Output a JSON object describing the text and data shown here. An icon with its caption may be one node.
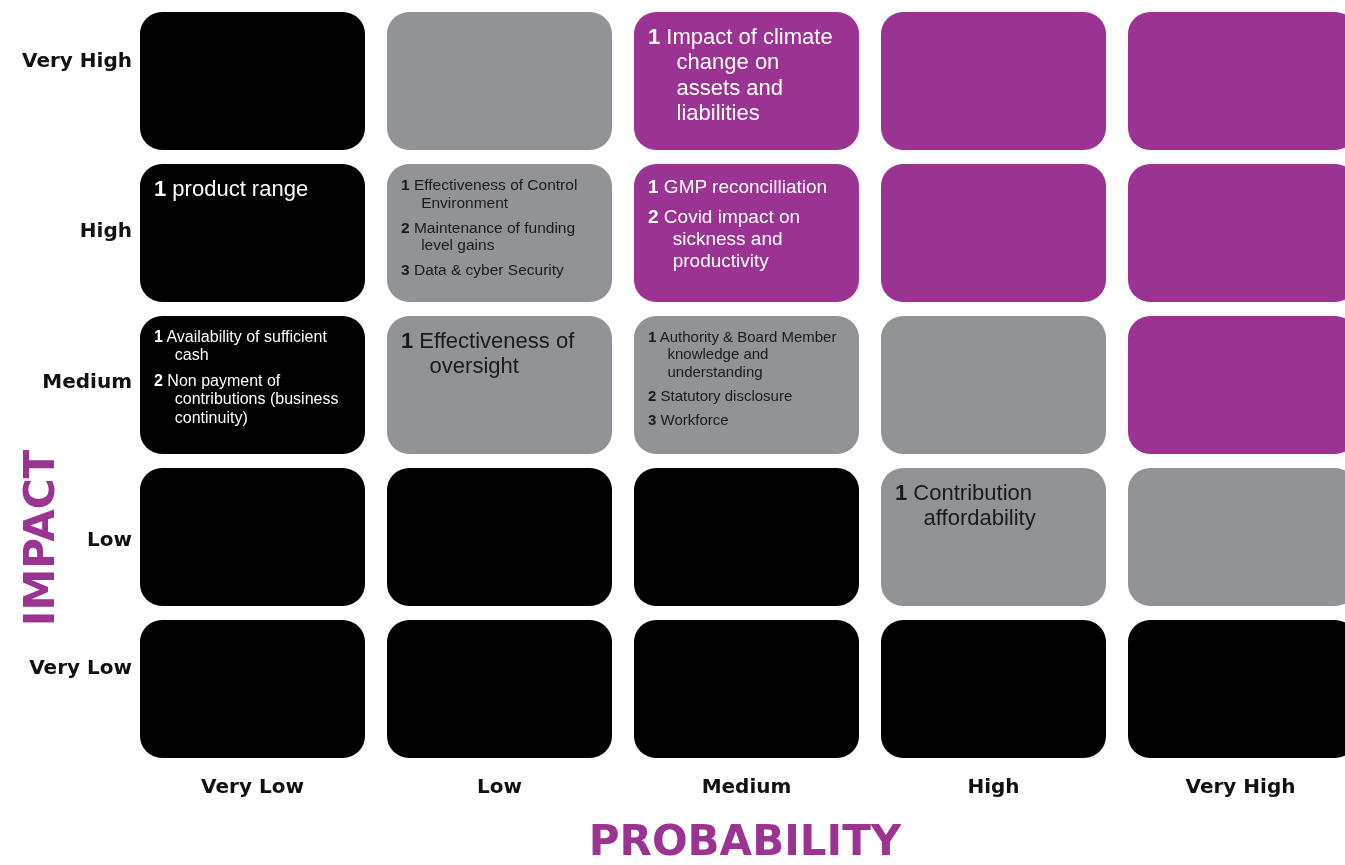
{
  "diagram": {
    "nodes": [
      {
        "text": [],
        "shape": "box"
      },
      {
        "text": [],
        "shape": "box"
      },
      {
        "text": [
          "**1** Impact of climate change on assets and liabilities"
        ]
      },
      {
        "text": [],
        "shape": "box"
      },
      {
        "text": [],
        "shape": "box"
      },
      {
        "text": [
          "**1** product range"
        ]
      },
      {
        "text": [
          "**1** Effectiveness of Control Environment",
          "**2** Maintenance of funding level gains",
          "**3** Data & cyber Security"
        ]
      },
      {
        "text": [
          "**1** GMP reconcilliation",
          "**2** Covid impact on sickness and productivity"
        ]
      },
      {
        "text": [],
        "shape": "box"
      },
      {
        "text": [],
        "shape": "box"
      },
      {
        "text": [
          "**1** Availability of sufficient cash",
          "**2** Non payment of contributions (business continuity)"
        ]
      },
      {
        "text": [
          "**1** Effectiveness of oversight"
        ]
      },
      {
        "text": [
          "**1** Authority & Board Member knowledge and understanding",
          "**2** Statutory disclosure",
          "**3** Workforce"
        ]
      },
      {
        "text": [],
        "shape": "box"
      },
      {
        "text": [],
        "shape": "box"
      },
      {
        "text": [],
        "shape": "box"
      },
      {
        "text": [],
        "shape": "box"
      },
      {
        "text": [],
        "shape": "box"
      },
      {
        "text": [
          "**1** Contribution affordability"
        ]
      },
      {
        "text": [],
        "shape": "box"
      },
      {
        "text": [],
        "shape": "box"
      },
      {
        "text": [],
        "shape": "box"
      },
      {
        "text": [],
        "shape": "box"
      },
      {
        "text": [],
        "shape": "box"
      },
      {
        "text": [],
        "shape": "box"
      }
    ],
    "edges": [],
    "labels": [
      "Very High",
      "High",
      "Medium",
      "IMPACT",
      "Low",
      "Very Low",
      "Very Low",
      "Low",
      "Medium",
      "High",
      "Very High",
      "PROBABILITY"
    ]
  }
}
